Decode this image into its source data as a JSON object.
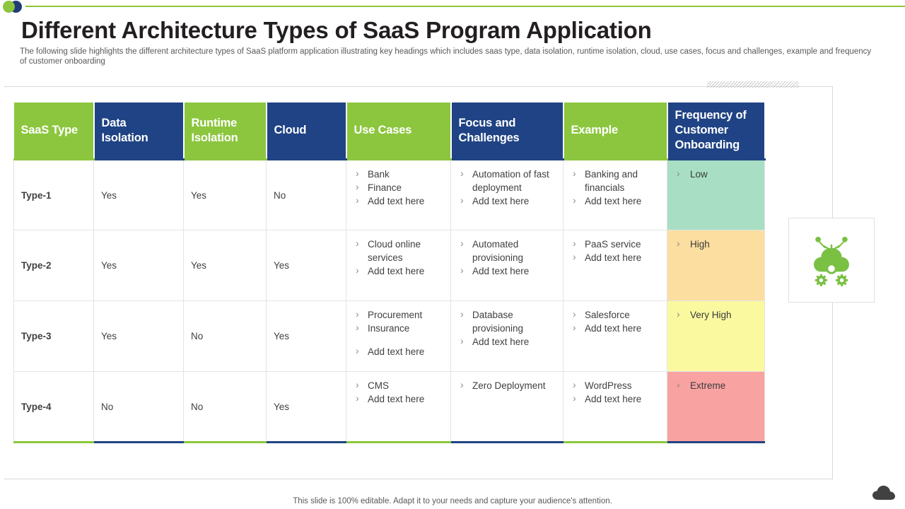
{
  "header": {
    "title": "Different Architecture Types of SaaS Program Application",
    "subtitle": "The following slide highlights the different architecture types of SaaS platform application illustrating key headings which includes saas type, data isolation, runtime isolation, cloud, use cases, focus and challenges, example and frequency of customer onboarding"
  },
  "table": {
    "columns": [
      {
        "label": "SaaS Type",
        "style": "green"
      },
      {
        "label": "Data Isolation",
        "style": "blue"
      },
      {
        "label": "Runtime Isolation",
        "style": "green"
      },
      {
        "label": "Cloud",
        "style": "blue"
      },
      {
        "label": "Use Cases",
        "style": "green"
      },
      {
        "label": "Focus and Challenges",
        "style": "blue"
      },
      {
        "label": "Example",
        "style": "green"
      },
      {
        "label": "Frequency of Customer Onboarding",
        "style": "blue"
      }
    ],
    "rows": [
      {
        "type": "Type-1",
        "data_isolation": "Yes",
        "runtime_isolation": "Yes",
        "cloud": "No",
        "use_cases": [
          "Bank",
          "Finance",
          "Add text here"
        ],
        "focus": [
          "Automation of fast deployment",
          "Add text here"
        ],
        "example": [
          "Banking and financials",
          "Add text here"
        ],
        "frequency": [
          "Low"
        ],
        "frequency_color": "#A8DFC4",
        "frequency_text_color": "#3a3a3a"
      },
      {
        "type": "Type-2",
        "data_isolation": "Yes",
        "runtime_isolation": "Yes",
        "cloud": "Yes",
        "use_cases": [
          "Cloud online services",
          "Add text here"
        ],
        "focus": [
          "Automated provisioning",
          "Add text here"
        ],
        "example": [
          "PaaS service",
          "Add text here"
        ],
        "frequency": [
          "High"
        ],
        "frequency_color": "#FBDEA0",
        "frequency_text_color": "#3a3a3a"
      },
      {
        "type": "Type-3",
        "data_isolation": "Yes",
        "runtime_isolation": "No",
        "cloud": "Yes",
        "use_cases": [
          "Procurement",
          "Insurance",
          "",
          "Add text here"
        ],
        "focus": [
          "Database provisioning",
          "Add text here"
        ],
        "example": [
          "Salesforce",
          "Add text here"
        ],
        "frequency": [
          "Very High"
        ],
        "frequency_color": "#FAF9A0",
        "frequency_text_color": "#3a3a3a"
      },
      {
        "type": "Type-4",
        "data_isolation": "No",
        "runtime_isolation": "No",
        "cloud": "Yes",
        "use_cases": [
          "CMS",
          "Add text here"
        ],
        "focus": [
          "Zero Deployment"
        ],
        "example": [
          "WordPress",
          "Add  text  here"
        ],
        "frequency": [
          "Extreme"
        ],
        "frequency_color": "#F9A2A2",
        "frequency_text_color": "#3a3a3a"
      }
    ]
  },
  "icons": {
    "side_card": "cloud-gears-icon",
    "brand_mark": "cloud-logo-icon",
    "bullet": "chevron-right-bullet"
  },
  "colors": {
    "green": "#8CC63E",
    "blue": "#1F4384",
    "title_text": "#231f20",
    "body_text": "#404040"
  },
  "footer": {
    "note": "This slide is 100% editable. Adapt it to your needs and capture your audience's attention."
  }
}
